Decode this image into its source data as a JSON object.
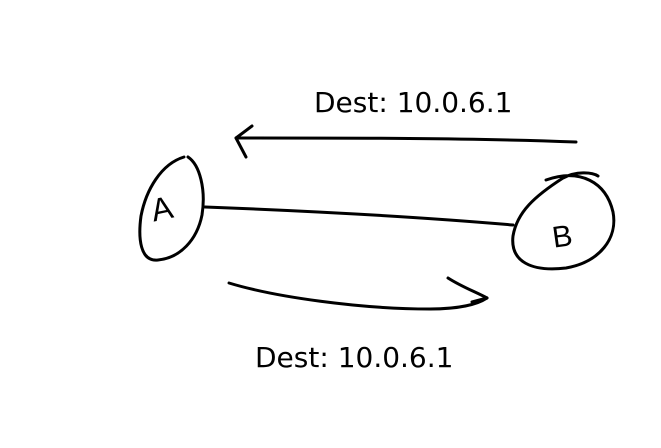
{
  "nodes": {
    "a": {
      "label": "A"
    },
    "b": {
      "label": "B"
    }
  },
  "edges": {
    "top_arrow_label": "Dest: 10.0.6.1",
    "bottom_arrow_label": "Dest: 10.0.6.1"
  },
  "colors": {
    "ink": "#000000",
    "background": "#ffffff"
  }
}
